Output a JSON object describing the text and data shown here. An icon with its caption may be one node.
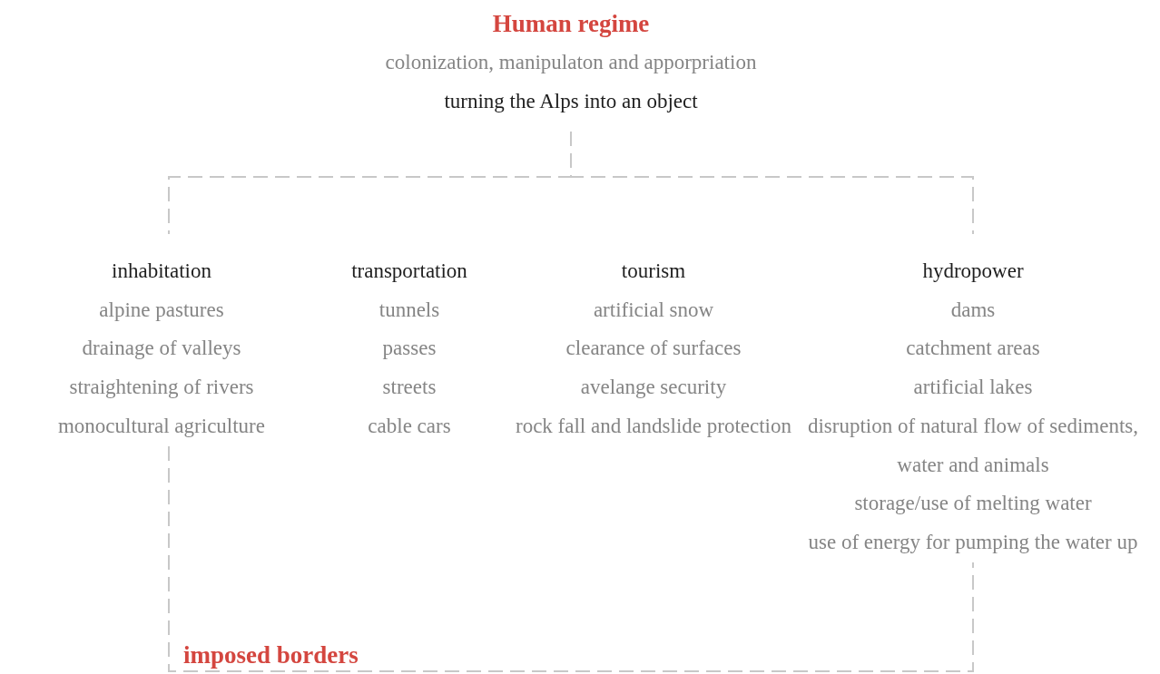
{
  "diagram": {
    "nodes": [
      {
        "text": [
          "Human regime",
          "colonization, manipulaton and apporpriation",
          "turning the Alps into an object"
        ]
      },
      {
        "text": [
          "inhabitation",
          "alpine pastures",
          "drainage of valleys",
          "straightening of rivers",
          "monocultural agriculture"
        ]
      },
      {
        "text": [
          "transportation",
          "tunnels",
          "passes",
          "streets",
          "cable cars"
        ]
      },
      {
        "text": [
          "tourism",
          "artificial snow",
          "clearance of surfaces",
          "avelange security",
          "rock fall and landslide protection"
        ]
      },
      {
        "text": [
          "hydropower",
          "dams",
          "catchment areas",
          "artificial lakes",
          "disruption of natural flow of sediments, water and animals",
          "storage/use of melting water",
          "use of energy for pumping the water up"
        ]
      }
    ],
    "edges": [
      {
        "from": 0,
        "to": 1,
        "arrow": "none",
        "style": "dashed"
      },
      {
        "from": 0,
        "to": 4,
        "arrow": "none",
        "style": "dashed"
      },
      {
        "from": 1,
        "to": 4,
        "arrow": "none",
        "style": "dashed",
        "label": "imposed borders"
      }
    ]
  }
}
